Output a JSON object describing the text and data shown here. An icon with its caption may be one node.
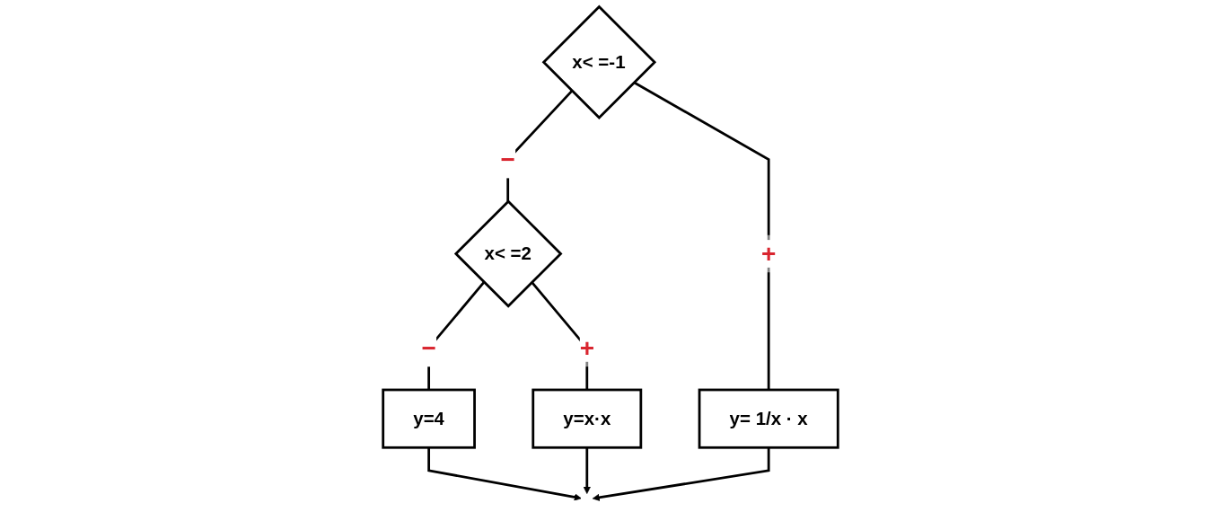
{
  "diagram": {
    "nodes": [
      {
        "text": [
          "x< =-1"
        ]
      },
      {
        "text": [
          "x< =2"
        ]
      },
      {
        "text": [
          "y=4"
        ]
      },
      {
        "text": [
          "y=x·x"
        ]
      },
      {
        "text": [
          "y= 1/x · x"
        ]
      }
    ],
    "edges": [
      {
        "from": 0,
        "to": 1,
        "label": "−",
        "arrow": "none"
      },
      {
        "from": 0,
        "to": 4,
        "label": "+",
        "arrow": "none"
      },
      {
        "from": 1,
        "to": 2,
        "label": "−",
        "arrow": "none"
      },
      {
        "from": 1,
        "to": 3,
        "label": "+",
        "arrow": "none"
      },
      {
        "from": 2,
        "to": null,
        "arrow": "to"
      },
      {
        "from": 3,
        "to": null,
        "arrow": "to"
      },
      {
        "from": 4,
        "to": null,
        "arrow": "to"
      }
    ]
  }
}
